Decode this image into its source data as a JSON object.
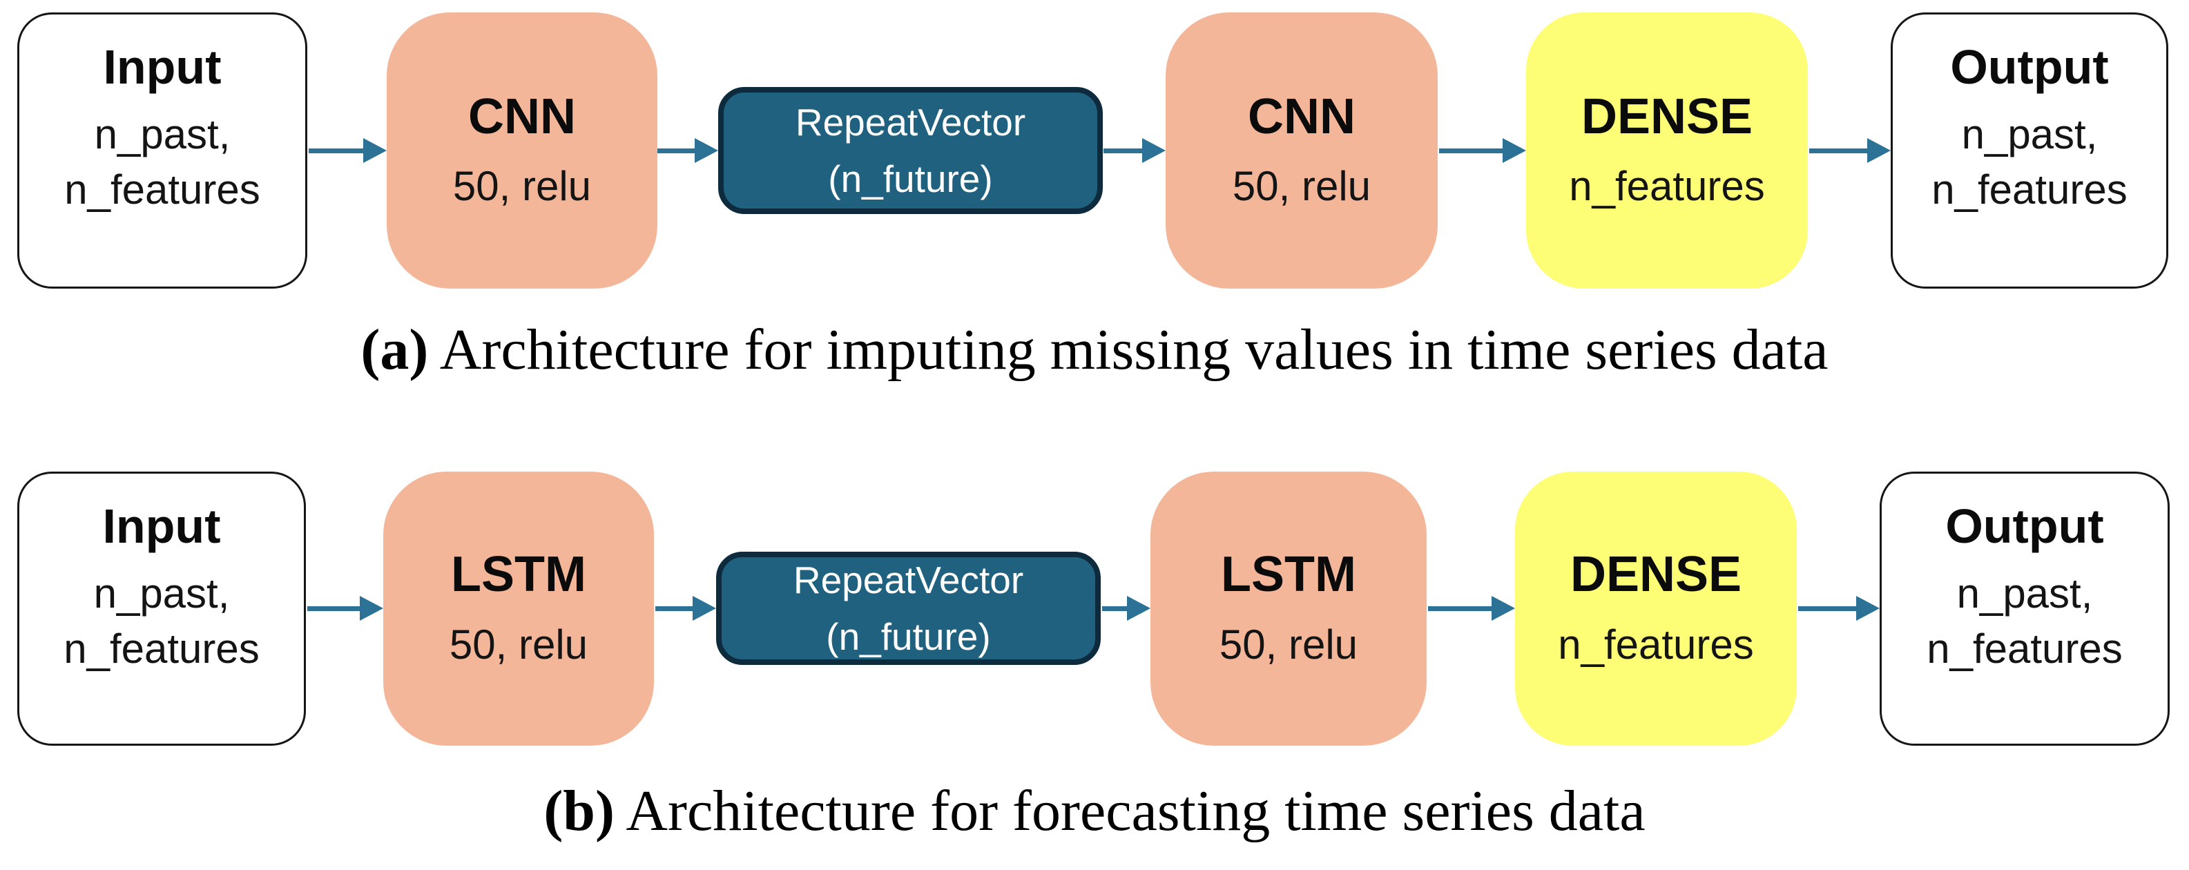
{
  "figure": {
    "colors": {
      "layer_fill": "#F4B698",
      "dense_fill": "#FDFE76",
      "repeat_fill": "#1F617F",
      "repeat_border": "#0D2B3C",
      "io_fill": "#FFFFFF",
      "io_border": "#161616",
      "arrow": "#2B7296",
      "text": "#0B0B0B",
      "repeat_text": "#FFFFFF"
    },
    "diagram_a": {
      "caption_label": "(a)",
      "caption_text": " Architecture for imputing missing values in time series data",
      "nodes": {
        "input": {
          "title": "Input",
          "line1": "n_past,",
          "line2": "n_features"
        },
        "layer1": {
          "title": "CNN",
          "line1": "50, relu"
        },
        "repeat": {
          "title": "RepeatVector",
          "line1": "(n_future)"
        },
        "layer2": {
          "title": "CNN",
          "line1": "50, relu"
        },
        "dense": {
          "title": "DENSE",
          "line1": "n_features"
        },
        "output": {
          "title": "Output",
          "line1": "n_past,",
          "line2": "n_features"
        }
      }
    },
    "diagram_b": {
      "caption_label": "(b)",
      "caption_text": " Architecture for forecasting time series data",
      "nodes": {
        "input": {
          "title": "Input",
          "line1": "n_past,",
          "line2": "n_features"
        },
        "layer1": {
          "title": "LSTM",
          "line1": "50, relu"
        },
        "repeat": {
          "title": "RepeatVector",
          "line1": "(n_future)"
        },
        "layer2": {
          "title": "LSTM",
          "line1": "50, relu"
        },
        "dense": {
          "title": "DENSE",
          "line1": "n_features"
        },
        "output": {
          "title": "Output",
          "line1": "n_past,",
          "line2": "n_features"
        }
      }
    }
  }
}
